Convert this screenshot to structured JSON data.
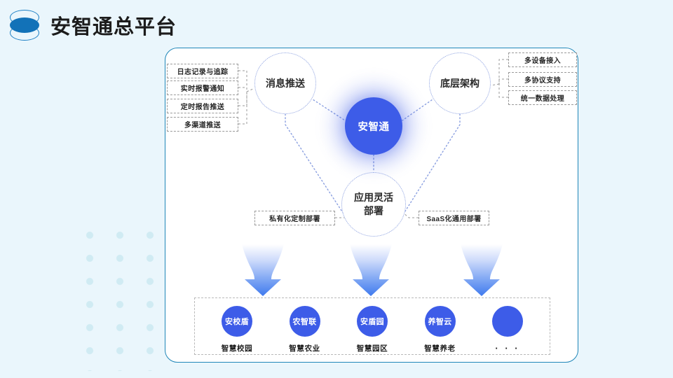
{
  "header": {
    "logo_icon": "stacked-ellipse-logo",
    "title": "安智通总平台"
  },
  "colors": {
    "page_background": "#eaf6fc",
    "panel_background": "#ffffff",
    "panel_border": "#1f86b8",
    "accent_blue": "#3d5ce8",
    "logo_blue": "#1272b8",
    "dot_pattern": "#cfeaf2",
    "dashed_node_border": "#8a9fe0",
    "tag_border": "#9a9a9a",
    "arrow_gradient_from": "#ffffff",
    "arrow_gradient_to": "#4a82ef"
  },
  "diagram": {
    "center_node": {
      "label": "安智通"
    },
    "nodes": [
      {
        "id": "message-push",
        "label": "消息推送"
      },
      {
        "id": "underlying-architecture",
        "label": "底层架构"
      },
      {
        "id": "flexible-deployment",
        "label": "应用灵活\n部署",
        "line1": "应用灵活",
        "line2": "部署"
      }
    ],
    "left_tags": [
      {
        "label": "日志记录与追踪"
      },
      {
        "label": "实时报警通知"
      },
      {
        "label": "定时报告推送"
      },
      {
        "label": "多渠道推送"
      }
    ],
    "right_tags": [
      {
        "label": "多设备接入"
      },
      {
        "label": "多协议支持"
      },
      {
        "label": "统一数据处理"
      }
    ],
    "deploy_tags": [
      {
        "label": "私有化定制部署"
      },
      {
        "label": "SaaS化通用部署"
      }
    ],
    "arrows": [
      {
        "id": "arrow-left"
      },
      {
        "id": "arrow-center"
      },
      {
        "id": "arrow-right"
      }
    ]
  },
  "products": [
    {
      "bubble": "安校盾",
      "label": "智慧校园"
    },
    {
      "bubble": "农智联",
      "label": "智慧农业"
    },
    {
      "bubble": "安盾园",
      "label": "智慧园区"
    },
    {
      "bubble": "养智云",
      "label": "智慧养老"
    },
    {
      "bubble": "",
      "label": "· · ·"
    }
  ]
}
